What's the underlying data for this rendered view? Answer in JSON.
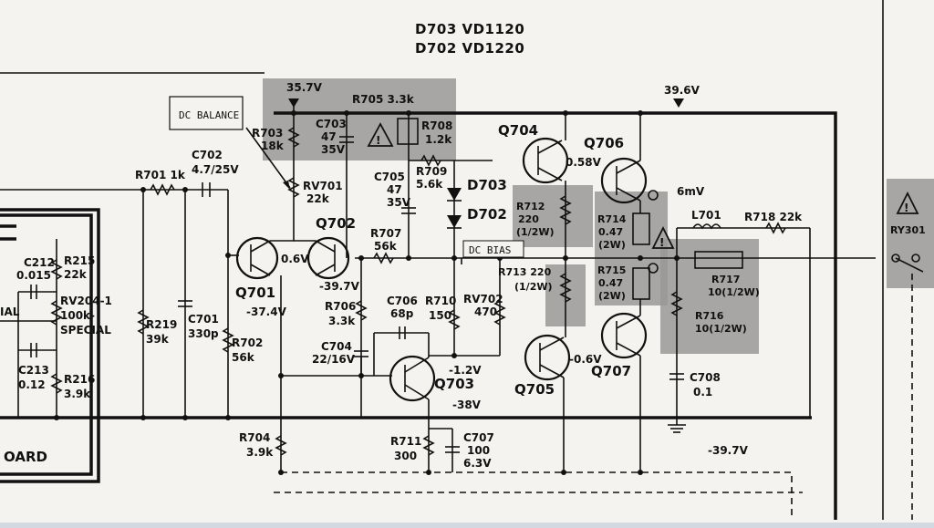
{
  "header": {
    "line1": "D703  VD1120",
    "line2": "D702  VD1220"
  },
  "notes": {
    "dc_balance": "DC BALANCE",
    "dc_bias": "DC BIAS",
    "board": "OARD"
  },
  "voltages": {
    "v_357": "35.7V",
    "v_396": "39.6V",
    "v_058": "0.58V",
    "v_06": "0.6V",
    "v_m397a": "-39.7V",
    "v_m374": "-37.4V",
    "v_m12": "-1.2V",
    "v_m38": "-38V",
    "v_m06": "-0.6V",
    "v_6mv": "6mV",
    "v_m397b": "-39.7V"
  },
  "transistors": {
    "q701": "Q701",
    "q702": "Q702",
    "q703": "Q703",
    "q704": "Q704",
    "q705": "Q705",
    "q706": "Q706",
    "q707": "Q707"
  },
  "diodes": {
    "d703": "D703",
    "d702": "D702"
  },
  "components": {
    "r701": "R701 1k",
    "c702a": "C702",
    "c702b": "4.7/25V",
    "r703a": "R703",
    "r703b": "18k",
    "rv701a": "RV701",
    "rv701b": "22k",
    "r705": "R705 3.3k",
    "c703a": "C703",
    "c703b": "47",
    "c703c": "35V",
    "r708a": "R708",
    "r708b": "1.2k",
    "r709a": "R709",
    "r709b": "5.6k",
    "c705a": "C705",
    "c705b": "47",
    "c705c": "35V",
    "r707a": "R707",
    "r707b": "56k",
    "r712a": "R712",
    "r712b": "220",
    "r712c": "(1/2W)",
    "r713a": "R713 220",
    "r713b": "(1/2W)",
    "r714a": "R714",
    "r714b": "0.47",
    "r714c": "(2W)",
    "r715a": "R715",
    "r715b": "0.47",
    "r715c": "(2W)",
    "l701": "L701",
    "r718": "R718 22k",
    "r717a": "R717",
    "r717b": "10(1/2W)",
    "r716a": "R716",
    "r716b": "10(1/2W)",
    "c708a": "C708",
    "c708b": "0.1",
    "ry301": "RY301",
    "c212a": "C212",
    "c212b": "0.015",
    "r215a": "R215",
    "r215b": "22k",
    "rv204a": "RV204-1",
    "rv204b": "100k-",
    "rv204c": "SPECIAL",
    "ial": "IAL",
    "c213a": "C213",
    "c213b": "0.12",
    "r216a": "R216",
    "r216b": "3.9k",
    "r219a": "R219",
    "r219b": "39k",
    "c701a": "C701",
    "c701b": "330p",
    "r702a": "R702",
    "r702b": "56k",
    "r706a": "R706",
    "r706b": "3.3k",
    "c704a": "C704",
    "c704b": "22/16V",
    "c706a": "C706",
    "c706b": "68p",
    "r710a": "R710",
    "r710b": "150",
    "rv702a": "RV702",
    "rv702b": "470",
    "r704a": "R704",
    "r704b": "3.9k",
    "r711a": "R711",
    "r711b": "300",
    "c707a": "C707",
    "c707b": "100",
    "c707c": "6.3V"
  }
}
